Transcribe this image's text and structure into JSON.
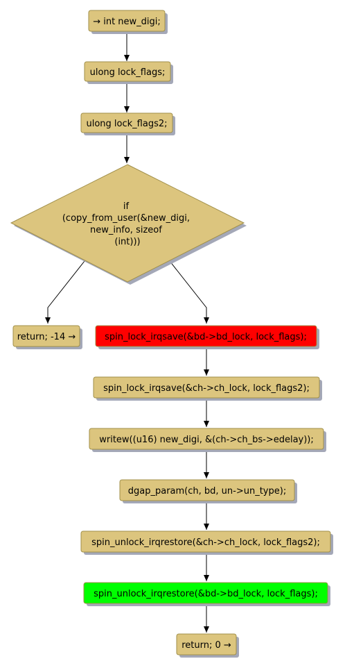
{
  "colors": {
    "node_fill": "#dcc57e",
    "node_stroke": "#a08f4a",
    "shadow": "#a4a8b8",
    "edge": "#000000",
    "highlight_red": "#ff0000",
    "highlight_green": "#00ff00"
  },
  "nodes": {
    "start": "→ int new_digi;",
    "lock_flags": "ulong lock_flags;",
    "lock_flags2": "ulong lock_flags2;",
    "decision": [
      "if",
      "(copy_from_user(&new_digi,",
      "new_info, sizeof",
      "(int)))"
    ],
    "return_fault": "return; -14 →",
    "spin_lock_bd": "spin_lock_irqsave(&bd->bd_lock, lock_flags);",
    "spin_lock_ch": "spin_lock_irqsave(&ch->ch_lock, lock_flags2);",
    "writew": "writew((u16) new_digi, &(ch->ch_bs->edelay));",
    "dgap_param": "dgap_param(ch, bd, un->un_type);",
    "spin_unlock_ch": "spin_unlock_irqrestore(&ch->ch_lock, lock_flags2);",
    "spin_unlock_bd": "spin_unlock_irqrestore(&bd->bd_lock, lock_flags);",
    "return_ok": "return; 0 →"
  }
}
